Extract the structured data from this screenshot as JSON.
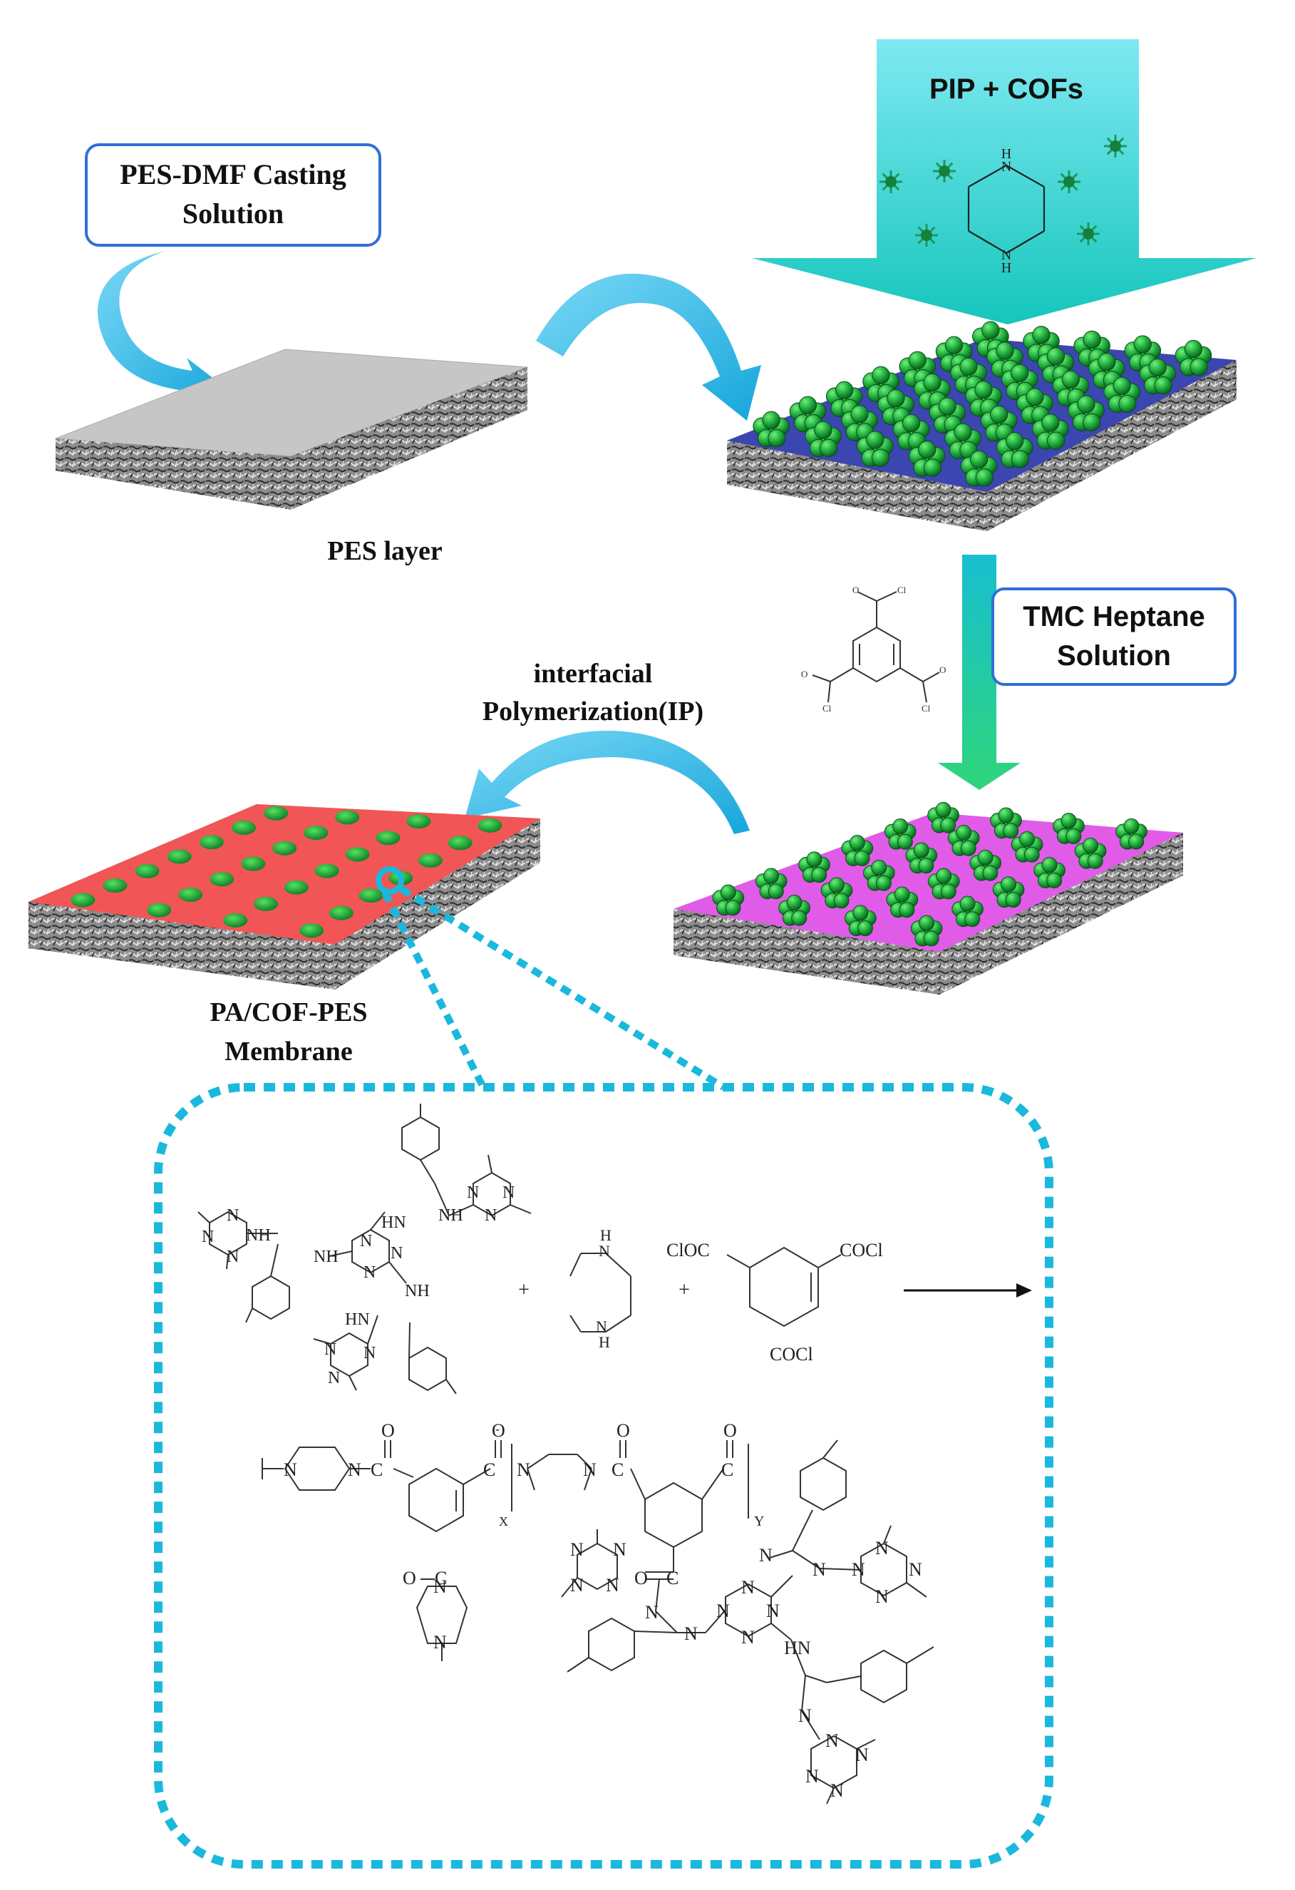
{
  "labels": {
    "casting_solution": [
      "PES-DMF Casting",
      "Solution"
    ],
    "pip_cofs": "PIP + COFs",
    "pes_layer": "PES layer",
    "tmc_solution": [
      "TMC Heptane",
      "Solution"
    ],
    "ip_step": [
      "interfacial",
      "Polymerization(IP)"
    ],
    "membrane": [
      "PA/COF-PES",
      "Membrane"
    ]
  },
  "chem": {
    "pip_h": "H",
    "pip_n": "N",
    "tmc_cl": "Cl",
    "tmc_o": "O",
    "nh": "NH",
    "hn": "HN",
    "n": "N",
    "plus": "+",
    "cioc": "ClOC",
    "cocl": "COCl",
    "c": "C",
    "o": "O",
    "x": "X",
    "y": "Y",
    "minus": "-"
  },
  "colors": {
    "cyan_arrow": "#3cc4ee",
    "green_arrow": "#2ed58a",
    "pes_top": "#c2c2c2",
    "pip_top": "#3c46b0",
    "tmc_top": "#e05ce8",
    "membrane_top": "#f25555",
    "cof_green": "#1fa53a",
    "dash_blue": "#1ab8dc",
    "box_border": "#2f6fd6"
  }
}
